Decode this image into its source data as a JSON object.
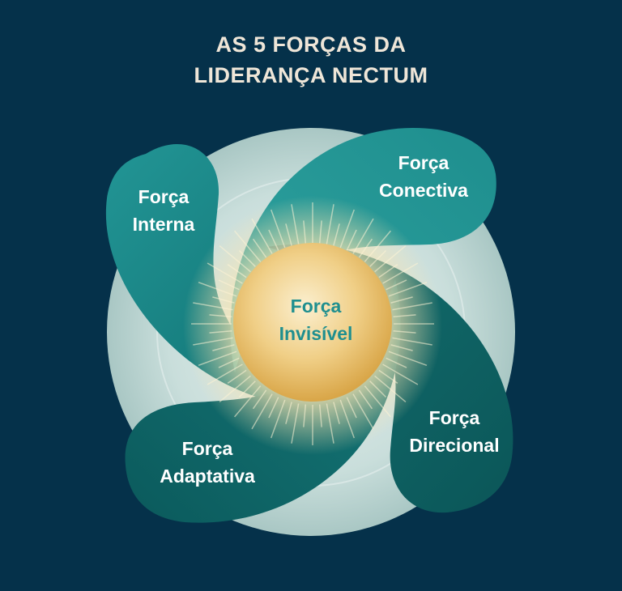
{
  "title": {
    "line1": "AS 5 FORÇAS DA",
    "line2": "LIDERANÇA NECTUM"
  },
  "forces": {
    "interna": {
      "line1": "Força",
      "line2": "Interna"
    },
    "conectiva": {
      "line1": "Força",
      "line2": "Conectiva"
    },
    "direcional": {
      "line1": "Força",
      "line2": "Direcional"
    },
    "adaptativa": {
      "line1": "Força",
      "line2": "Adaptativa"
    },
    "invisivel": {
      "line1": "Força",
      "line2": "Invisível"
    }
  },
  "colors": {
    "background": "#05314a",
    "petal_teal": "#1f8f8f",
    "petal_dark": "#0c5d5f",
    "circle_light": "#cfe2e0",
    "core_gold": "#e7b965",
    "title_text": "#efe6d8"
  }
}
